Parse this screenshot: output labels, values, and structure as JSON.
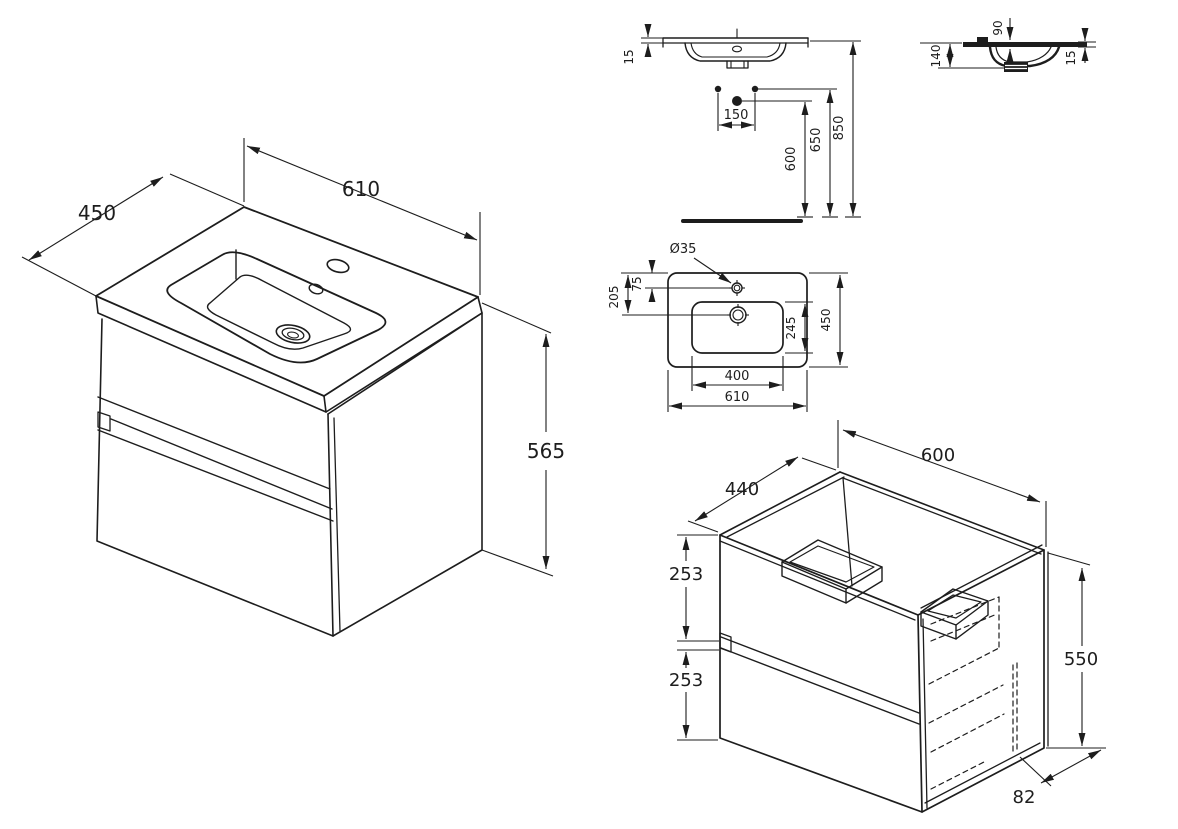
{
  "drawing": {
    "vanity_iso": {
      "depth": "450",
      "width": "610",
      "height": "565"
    },
    "basin_front": {
      "rim_thickness": "15",
      "tap_hole_spacing": "150",
      "trap_height": "600",
      "fixing_height": "650",
      "rim_height": "850"
    },
    "basin_side": {
      "total_depth": "140",
      "bowl_depth": "90",
      "front_edge": "15"
    },
    "basin_plan": {
      "tap_hole_dia": "Ø35",
      "edge_to_drain": "205",
      "edge_to_tap": "75",
      "bowl_length": "245",
      "depth": "450",
      "bowl_width": "400",
      "width": "610"
    },
    "cabinet_iso": {
      "depth": "440",
      "width": "600",
      "drawer_top": "253",
      "drawer_bottom": "253",
      "height": "550",
      "bottom_offset": "82"
    }
  }
}
